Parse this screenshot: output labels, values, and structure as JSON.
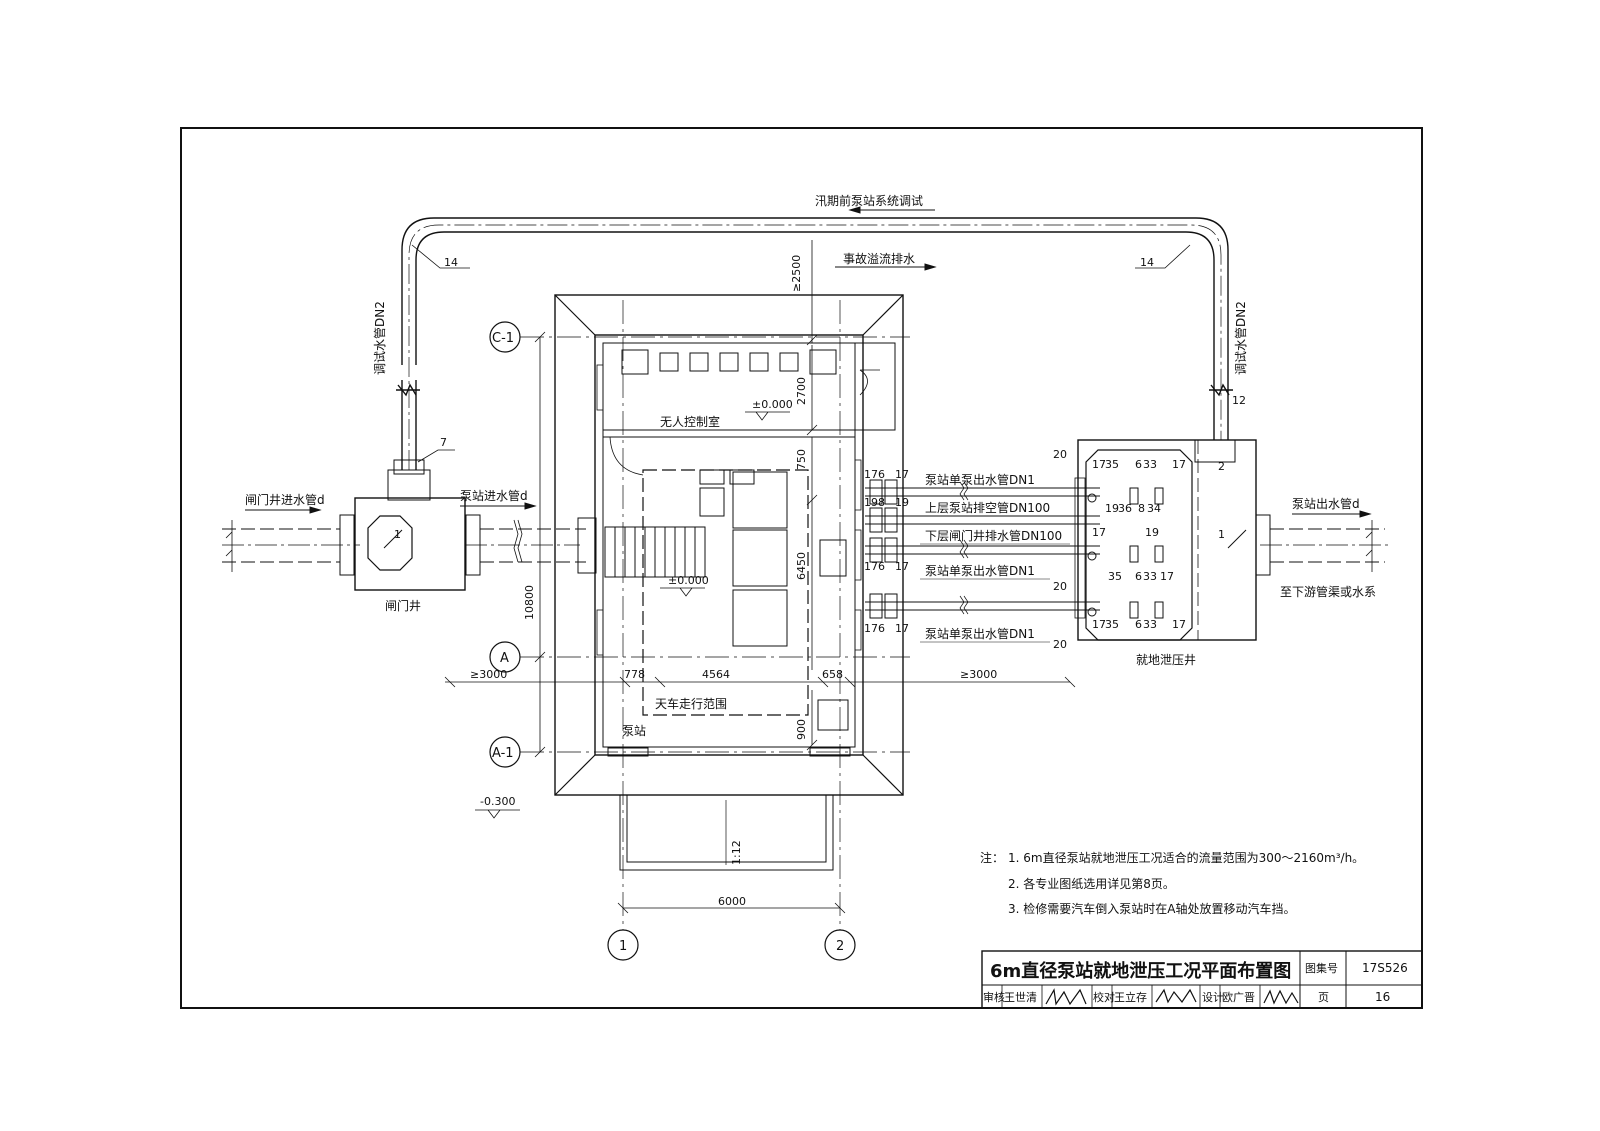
{
  "drawing": {
    "title": "6m直径泵站就地泄压工况平面布置图",
    "atlas_label": "图集号",
    "atlas_no": "17S526",
    "page_label": "页",
    "page_no": "16",
    "review_label": "审核",
    "reviewer": "王世清",
    "check_label": "校对",
    "checker": "王立存",
    "design_label": "设计",
    "designer": "欧广晋"
  },
  "labels": {
    "top_pipe": "汛期前泵站系统调试",
    "overflow": "事故溢流排水",
    "debug_pipe": "调试水管DN2",
    "debug_pipe_sub": "2",
    "gate_inlet": "闸门井进水管d",
    "station_inlet": "泵站进水管d",
    "gate_well": "闸门井",
    "control_room": "无人控制室",
    "station": "泵站",
    "crane": "天车走行范围",
    "outlet": "泵站出水管d",
    "downstream": "至下游管渠或水系",
    "relief_well": "就地泄压井",
    "pipe1": "泵站单泵出水管DN1",
    "pipe2": "上层泵站排空管DN100",
    "pipe3": "下层闸门井排水管DN100",
    "pipe4": "泵站单泵出水管DN1",
    "pipe5": "泵站单泵出水管DN1",
    "elev1": "±0.000",
    "elev2": "±0.000",
    "elev3": "-0.300",
    "slope": "1:12"
  },
  "dims": {
    "d2500": "≥2500",
    "d2700": "2700",
    "d750": "750",
    "d6450": "6450",
    "d10800": "10800",
    "d3000_left": "≥3000",
    "d3000_right": "≥3000",
    "d778": "778",
    "d4564": "4564",
    "d658": "658",
    "d900": "900",
    "d6000": "6000"
  },
  "axes": {
    "c1": "C-1",
    "a": "A",
    "a1": "A-1",
    "n1": "1",
    "n2": "2"
  },
  "tags": {
    "t14a": "14",
    "t14b": "14",
    "t7": "7",
    "t1a": "1",
    "t1b": "1",
    "t2": "2",
    "t12": "12",
    "t20a": "20",
    "t20b": "20",
    "t20c": "20",
    "r1a": "17",
    "r1b": "35",
    "r1c": "6",
    "r1d": "33",
    "r1e": "17",
    "r2a": "19",
    "r2b": "36",
    "r2c": "8",
    "r2d": "34",
    "r3a": "17",
    "r3b": "19",
    "r4a": "35",
    "r4b": "6",
    "r4c": "33",
    "r4d": "17",
    "r5a": "17",
    "r5b": "35",
    "r5c": "6",
    "r5d": "33",
    "r5e": "17",
    "l1a": "176",
    "l1b": "17",
    "l2a": "198",
    "l2b": "19",
    "l3a": "176",
    "l3b": "17",
    "l4a": "176",
    "l4b": "17"
  },
  "notes": {
    "head": "注：",
    "n1": "1. 6m直径泵站就地泄压工况适合的流量范围为300～2160m³/h。",
    "n2": "2. 各专业图纸选用详见第8页。",
    "n3": "3. 检修需要汽车倒入泵站时在A轴处放置移动汽车挡。"
  }
}
